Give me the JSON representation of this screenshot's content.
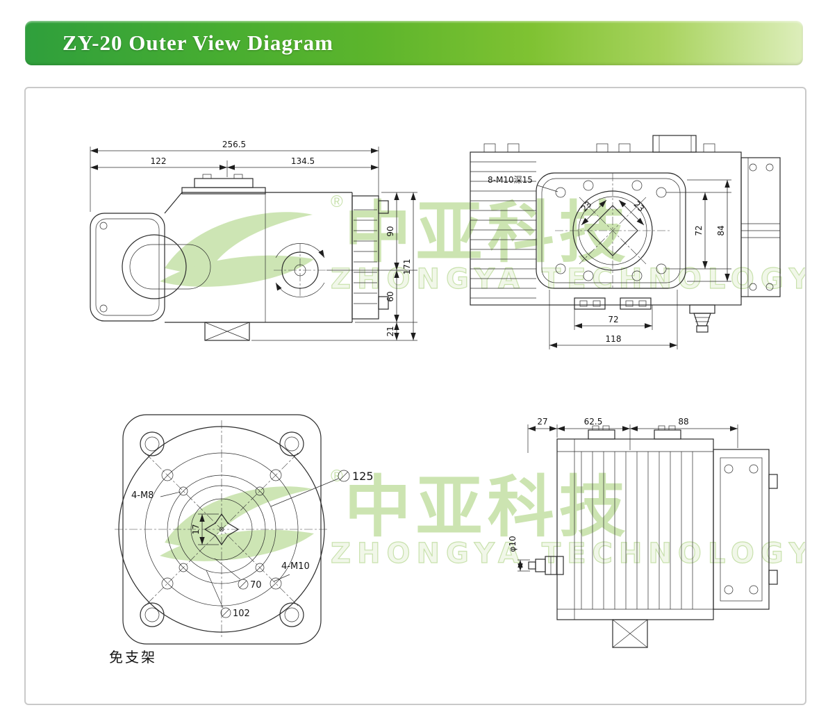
{
  "header": {
    "title": "ZY-20 Outer View Diagram"
  },
  "watermark": {
    "cn": "中亚科技",
    "en": "ZHONGYA TECHNOLOGY",
    "registered": "®"
  },
  "side_view": {
    "dim_overall_width": "256.5",
    "dim_left": "122",
    "dim_right": "134.5",
    "dim_top_height": "90",
    "dim_overall_height": "171",
    "dim_bottom_height": "60",
    "dim_stub": "21"
  },
  "front_view": {
    "label_bolts": "8-M10深15",
    "dim_square_a": "23",
    "dim_square_b": "23",
    "dim_inner_height": "72",
    "dim_outer_height": "84",
    "dim_bolt_spacing": "72",
    "dim_hole_spacing": "118"
  },
  "flange_view": {
    "label_m8": "4-M8",
    "label_m10": "4-M10",
    "dim_center": "17",
    "dia_125": "125",
    "dia_70": "70",
    "dia_102": "102",
    "caption": "免支架"
  },
  "rear_view": {
    "dim_a": "27",
    "dim_b": "62.5",
    "dim_c": "88",
    "dim_phi": "φ10"
  }
}
